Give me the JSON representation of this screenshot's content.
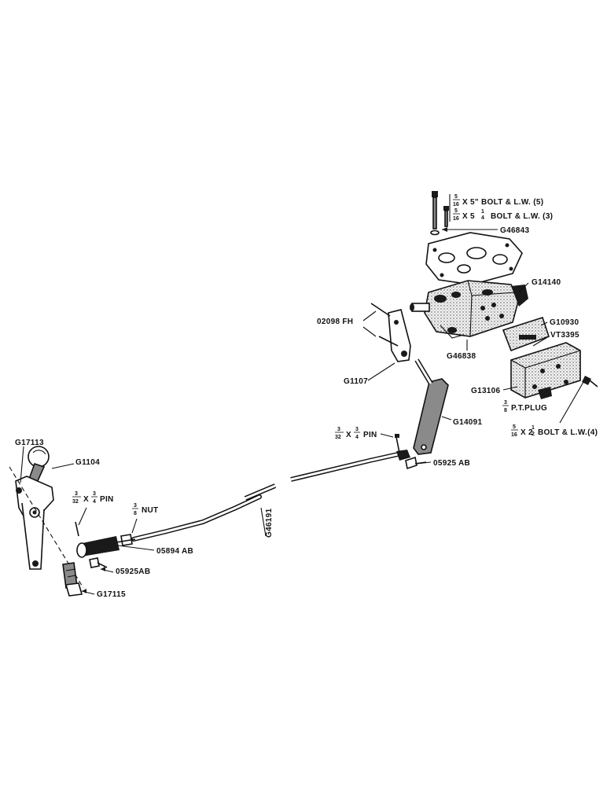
{
  "labels": {
    "bolt_5": "X 5\" BOLT & L.W. (5)",
    "bolt_514": "X 5",
    "bolt_514_tail": "BOLT & L.W. (3)",
    "g46843": "G46843",
    "g14140": "G14140",
    "o2098fh": "02098 FH",
    "g10930": "G10930",
    "vt3395": "VT3395",
    "g46838": "G46838",
    "g1107": "G1107",
    "g13106": "G13106",
    "pt_plug": "P.T.PLUG",
    "bolt_212": "X 2",
    "bolt_212_tail": "BOLT & L.W.(4)",
    "g14091": "G14091",
    "pin_top": "X",
    "pin_top_tail": "PIN",
    "o5925ab_right": "05925 AB",
    "g17113": "G17113",
    "g1104": "G1104",
    "pin_left": "X",
    "pin_left_tail": "PIN",
    "nut": "NUT",
    "g46191": "G46191",
    "o5894ab": "05894 AB",
    "o5925ab_left": "05925AB",
    "g17115": "G17115"
  },
  "fractions": {
    "five": "5",
    "sixteen": "16",
    "one": "1",
    "four": "4",
    "three": "3",
    "eight": "8",
    "two": "2",
    "thirtytwo": "32"
  }
}
